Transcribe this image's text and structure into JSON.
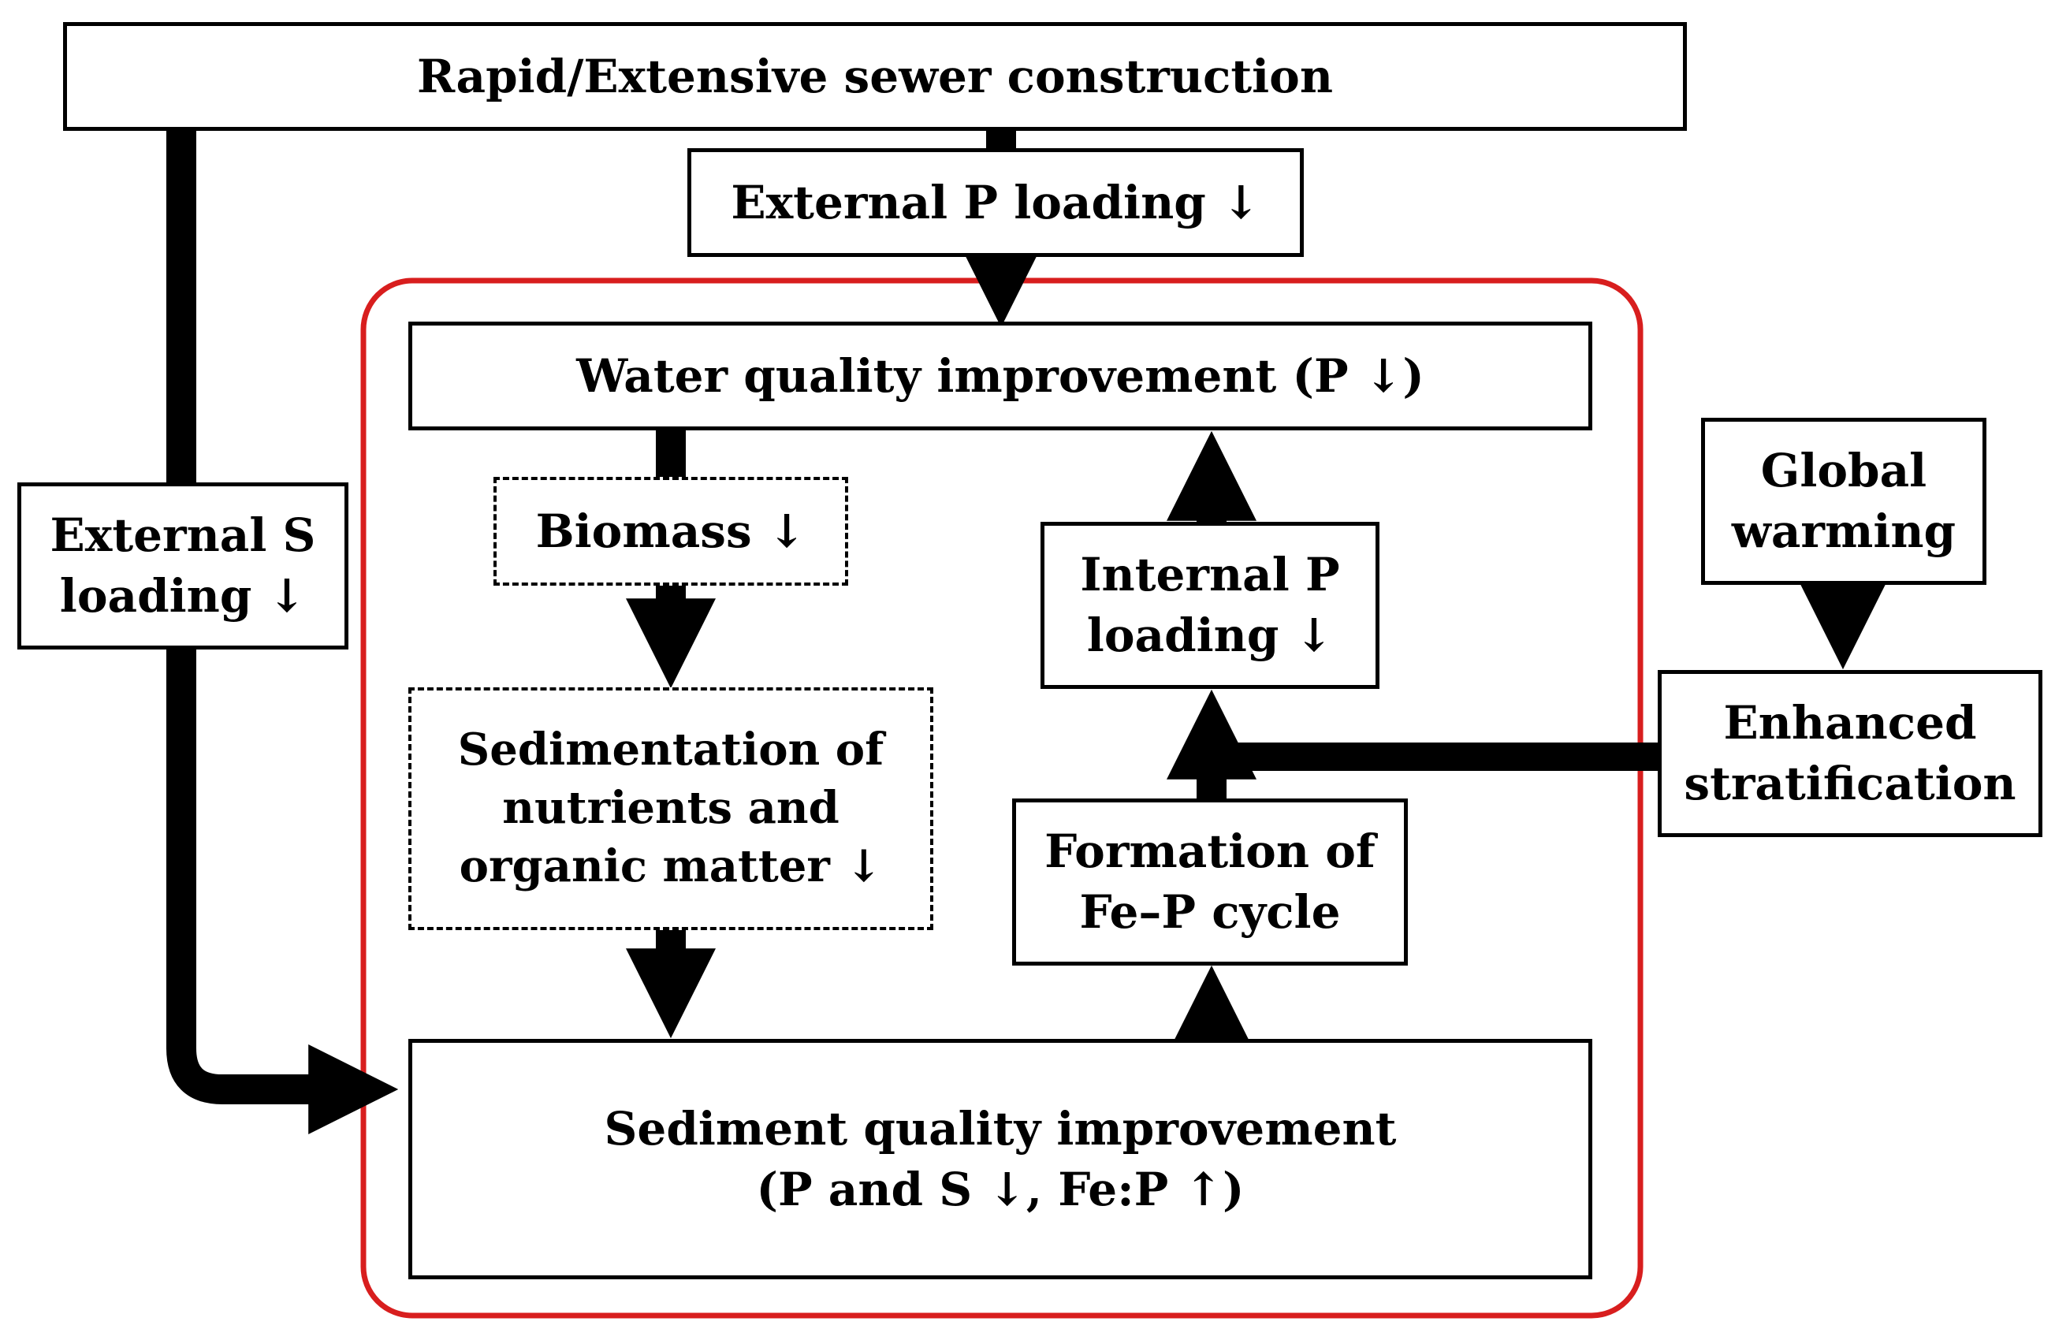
{
  "diagram": {
    "nodes": {
      "sewer": "Rapid/Extensive sewer construction",
      "ext_p": "External P loading ↓",
      "water": "Water quality improvement (P ↓)",
      "biomass": "Biomass ↓",
      "sedimentation": "Sedimentation of\nnutrients and\norganic matter ↓",
      "int_p": "Internal P\nloading ↓",
      "fe_p": "Formation of\nFe–P cycle",
      "sediment": "Sediment quality improvement\n(P and S ↓, Fe:P ↑)",
      "ext_s": "External S\nloading ↓",
      "global": "Global\nwarming",
      "strat": "Enhanced\nstratification"
    },
    "colors": {
      "frame": "#d81e1e",
      "arrow": "#000000"
    }
  }
}
